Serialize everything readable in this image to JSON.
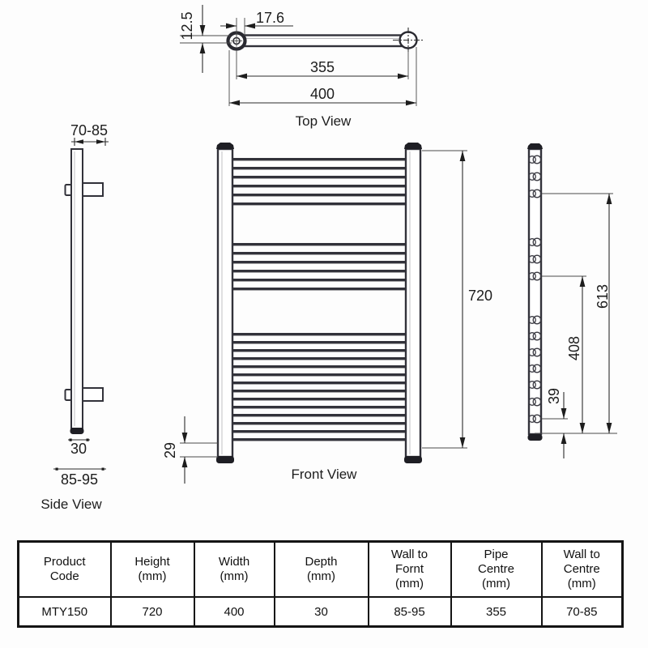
{
  "drawing": {
    "top_view": {
      "label": "Top View",
      "dim_fitting_depth": "12.5",
      "dim_pipe_inset": "17.6",
      "dim_pipe_centres": "355",
      "dim_overall_width": "400"
    },
    "front_view": {
      "label": "Front View",
      "dim_height": "720",
      "dim_bottom_bar_offset": "29"
    },
    "side_view": {
      "label": "Side View",
      "dim_wall_to_centre": "70-85",
      "dim_depth": "30",
      "dim_wall_to_front": "85-95"
    },
    "right_profile": {
      "dim_upper_bar_to_bottom": "613",
      "dim_mid_bar_to_bottom": "408",
      "dim_lowest_bar_offset": "39"
    }
  },
  "spec_table": {
    "headers": [
      "Product\nCode",
      "Height\n(mm)",
      "Width\n(mm)",
      "Depth\n(mm)",
      "Wall to\nFornt\n(mm)",
      "Pipe\nCentre\n(mm)",
      "Wall to\nCentre\n(mm)"
    ],
    "row": [
      "MTY150",
      "720",
      "400",
      "30",
      "85-95",
      "355",
      "70-85"
    ]
  },
  "colors": {
    "line": "#32323a",
    "cap": "#1e1e24",
    "dimension": "#2b2b2b",
    "table_border": "#141414",
    "background": "#fdfdfd"
  }
}
